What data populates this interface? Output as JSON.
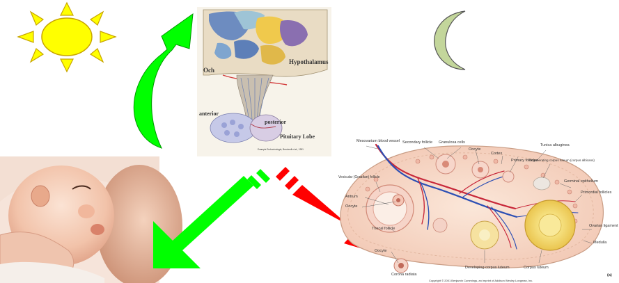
{
  "brain_panel": {
    "hypothalamus_label": "Hypothalamus",
    "och_label": "Och",
    "anterior_label": "anterior",
    "posterior_label": "posterior",
    "pituitary_label": "Pituitary Lobe",
    "source_caption": "Example Endocrinologie, Brecknell et al., 1991"
  },
  "ovary_panel": {
    "labels": {
      "mesovarium": "Mesovarium blood vessel",
      "secondary_follicle": "Secondary follicle",
      "granulosa": "Granulosa cells",
      "oocyte_top": "Oocyte",
      "cortex": "Cortex",
      "primary_follicles": "Primary follicles",
      "tunica": "Tunica albuginea",
      "degenerating": "Degenerating corpus luteum (corpus albicans)",
      "germinal": "Germinal epithelium",
      "primordial": "Primordial follicles",
      "vesicular": "Vesicular (Graafian) follicle",
      "antrum": "Antrum",
      "oocyte_left": "Oocyte",
      "ovarian_ligament": "Ovarian ligament",
      "thecal": "Thecal follicle",
      "medulla": "Medulla",
      "oocyte_bottom": "Oocyte",
      "corona": "Corona radiata",
      "developing": "Developing corpus luteum",
      "corpus_luteum": "Corpus luteum",
      "panel_letter": "(a)"
    },
    "copyright": "Copyright © 2001 Benjamin Cummings, an imprint of Addison Wesley Longman, Inc."
  },
  "colors": {
    "sun": "#ffff00",
    "moon": "#c3d69b",
    "green_arrow": "#00ff00",
    "red_arrow": "#ff0000"
  }
}
